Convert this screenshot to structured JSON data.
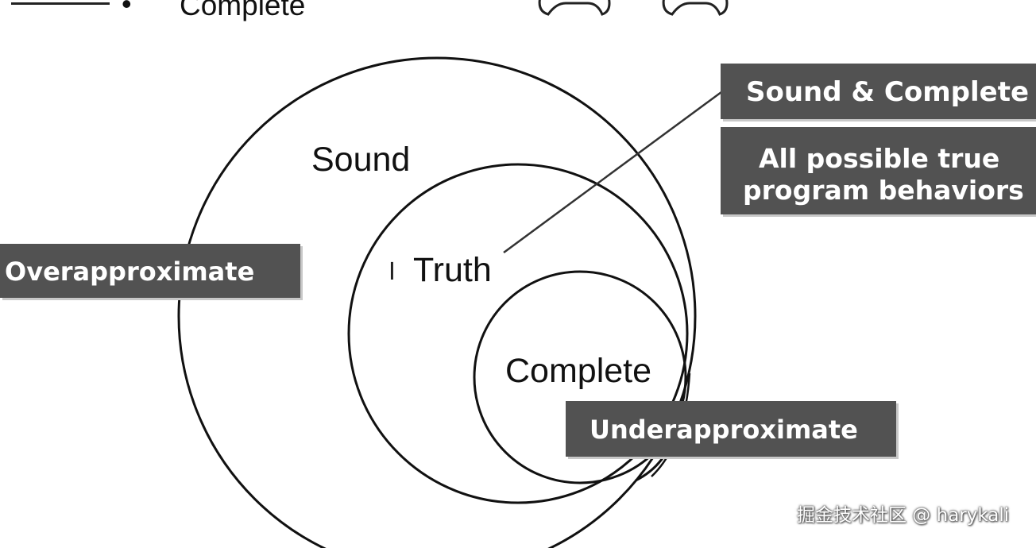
{
  "bullet_item": "Complete",
  "bullet_glyph": "•",
  "circles": {
    "sound": "Sound",
    "truth": "Truth",
    "complete": "Complete"
  },
  "tags": {
    "sound_and_complete": "Sound & Complete",
    "all_behaviors_line1": "All possible true",
    "all_behaviors_line2": "program behaviors",
    "overapproximate": "Overapproximate",
    "underapproximate": "Underapproximate"
  },
  "cursor_glyph": "I",
  "watermark": "掘金技术社区 @ harykali",
  "colors": {
    "tag_background": "#525252",
    "tag_text": "#ffffff",
    "stroke": "#111111"
  }
}
